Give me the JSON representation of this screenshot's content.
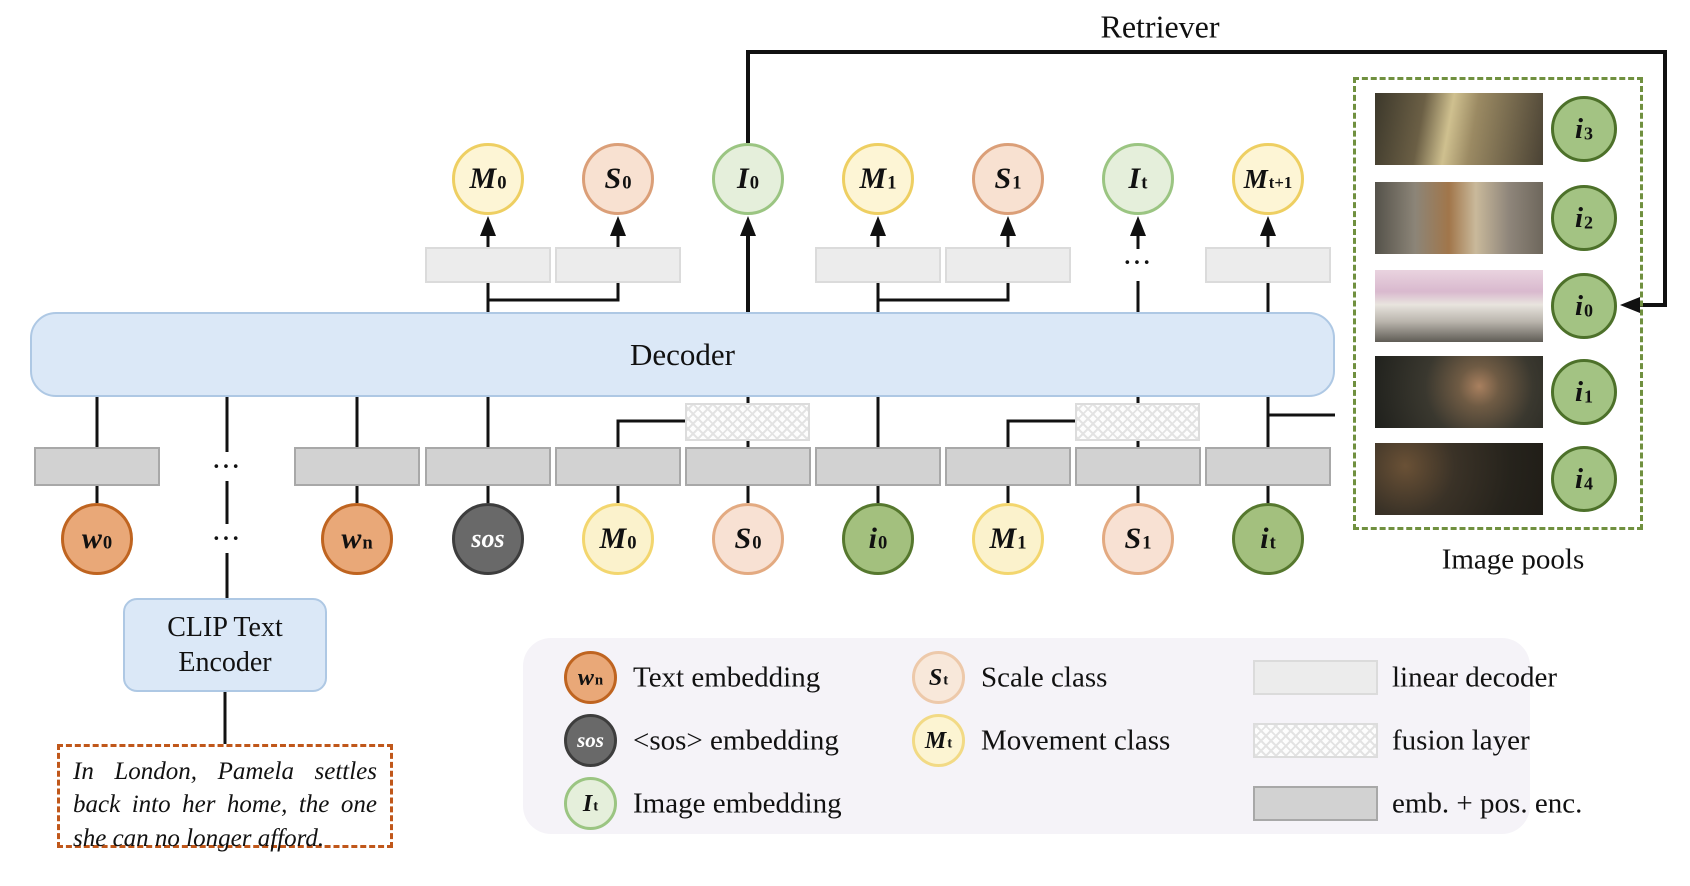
{
  "labels": {
    "retriever": "Retriever",
    "decoder": "Decoder",
    "image_pools": "Image pools",
    "clip_line1": "CLIP Text",
    "clip_line2": "Encoder",
    "ellipsis": "···"
  },
  "quote": {
    "lines": [
      "In London, Pamela settles",
      "back into her home, the one",
      "she can no longer afford."
    ]
  },
  "top_row": [
    {
      "base": "M",
      "sub": "0",
      "type": "movement"
    },
    {
      "base": "S",
      "sub": "0",
      "type": "scale"
    },
    {
      "base": "I",
      "sub": "0",
      "type": "image"
    },
    {
      "base": "M",
      "sub": "1",
      "type": "movement"
    },
    {
      "base": "S",
      "sub": "1",
      "type": "scale"
    },
    {
      "base": "I",
      "sub": "t",
      "type": "image"
    },
    {
      "base": "M",
      "sub": "t+1",
      "type": "movement"
    }
  ],
  "input_row": [
    {
      "base": "w",
      "sub": "0",
      "type": "text"
    },
    {
      "base": "w",
      "sub": "n",
      "type": "text"
    },
    {
      "base": "sos",
      "sub": "",
      "type": "sos"
    },
    {
      "base": "M",
      "sub": "0",
      "type": "movement"
    },
    {
      "base": "S",
      "sub": "0",
      "type": "scale"
    },
    {
      "base": "i",
      "sub": "0",
      "type": "image"
    },
    {
      "base": "M",
      "sub": "1",
      "type": "movement"
    },
    {
      "base": "S",
      "sub": "1",
      "type": "scale"
    },
    {
      "base": "i",
      "sub": "t",
      "type": "image"
    }
  ],
  "image_pool": {
    "caption": "Image pools",
    "items": [
      {
        "base": "i",
        "sub": "3",
        "description": "woman standing in cluttered living room"
      },
      {
        "base": "i",
        "sub": "2",
        "description": "woman in brown coat walking on street"
      },
      {
        "base": "i",
        "sub": "0",
        "description": "white townhouses with cherry blossoms"
      },
      {
        "base": "i",
        "sub": "1",
        "description": "woman looking out of car window"
      },
      {
        "base": "i",
        "sub": "4",
        "description": "man reclining on sofa in dark room"
      }
    ]
  },
  "legend": {
    "circle_items": [
      {
        "base": "w",
        "sub": "n",
        "label": "Text embedding"
      },
      {
        "base": "sos",
        "sub": "",
        "label": "<sos> embedding"
      },
      {
        "base": "I",
        "sub": "t",
        "label": "Image embedding"
      },
      {
        "base": "S",
        "sub": "t",
        "label": "Scale class"
      },
      {
        "base": "M",
        "sub": "t",
        "label": "Movement class"
      }
    ],
    "box_items": [
      {
        "label": "linear decoder"
      },
      {
        "label": "fusion layer"
      },
      {
        "label": "emb. + pos. enc."
      }
    ]
  },
  "colors": {
    "decoder_fill": "#dbe8f7",
    "decoder_border": "#aec8e4",
    "output_yellow": "#fdf5d5",
    "output_yellow_border": "#eecf62",
    "output_salmon": "#f8e1d1",
    "output_salmon_border": "#db9f78",
    "output_green": "#e5efdb",
    "output_green_border": "#9bc582",
    "input_yellow": "#fbf2cc",
    "input_salmon": "#f8e1d3",
    "input_green": "#a3c07e",
    "input_orange": "#e9a878",
    "sos_gray": "#696969",
    "pool_green": "#a3c383",
    "pool_border_green": "#4d712a",
    "pool_dash_border": "#70903f",
    "quote_dash_border": "#c0571a",
    "legend_bg": "#f5f3f8",
    "emb_box_gray": "#d2d2d2",
    "linear_decoder_gray": "#ececec",
    "line_black": "#111111"
  }
}
